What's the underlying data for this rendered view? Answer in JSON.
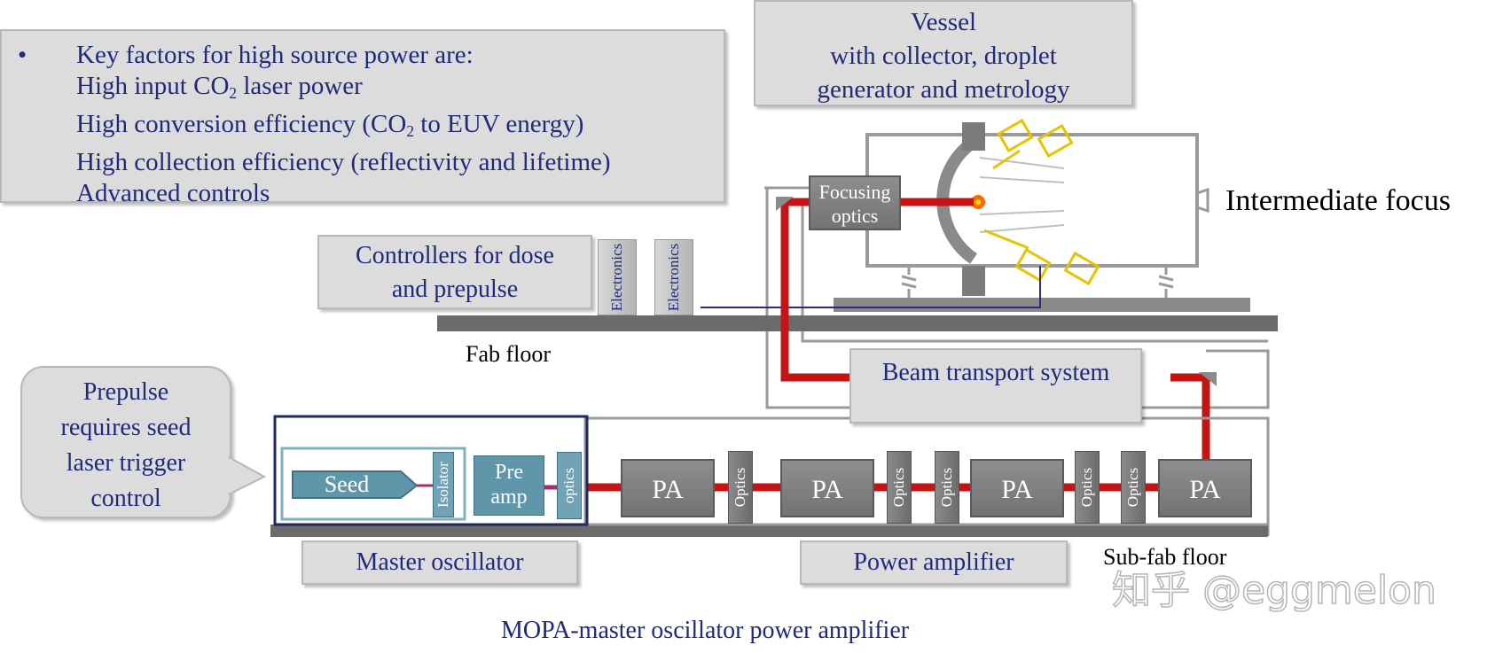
{
  "key_factors": {
    "bullet": "•",
    "heading": "Key factors for high source power are:",
    "line1_pre": "High input CO",
    "line1_sub": "2",
    "line1_post": " laser power",
    "line2_pre": "High conversion efficiency (CO",
    "line2_sub": "2",
    "line2_post": " to EUV energy)",
    "line3": "High collection efficiency (reflectivity and lifetime)",
    "line4": "Advanced controls"
  },
  "vessel": {
    "line1": "Vessel",
    "line2": "with collector, droplet",
    "line3": "generator and metrology"
  },
  "focusing_optics": {
    "line1": "Focusing",
    "line2": "optics"
  },
  "intermediate_focus": "Intermediate focus",
  "controllers": {
    "line1": "Controllers for dose",
    "line2": "and prepulse"
  },
  "electronics": [
    "Electronics",
    "Electronics"
  ],
  "fab_floor": "Fab floor",
  "beam_transport": "Beam transport system",
  "prepulse_bubble": {
    "line1": "Prepulse",
    "line2": "requires seed",
    "line3": "laser trigger",
    "line4": "control"
  },
  "master_oscillator_components": {
    "seed": "Seed",
    "isolator": "Isolator",
    "preamp_line1": "Pre",
    "preamp_line2": "amp",
    "optics": "optics"
  },
  "amplifier_chain": {
    "pa_labels": [
      "PA",
      "PA",
      "PA",
      "PA"
    ],
    "optics_labels": [
      "Optics",
      "Optics",
      "Optics",
      "Optics",
      "Optics"
    ]
  },
  "master_oscillator_label": "Master oscillator",
  "power_amplifier_label": "Power amplifier",
  "sub_fab_floor": "Sub-fab floor",
  "watermark": "知乎 @eggmelon",
  "caption": "MOPA-master oscillator power amplifier",
  "colors": {
    "beam": "#c41414",
    "text_navy": "#1f2a7a",
    "box_gray": "#dcdcdc",
    "floor": "#6b6b6b",
    "yellow_hardware": "#e8c400"
  }
}
